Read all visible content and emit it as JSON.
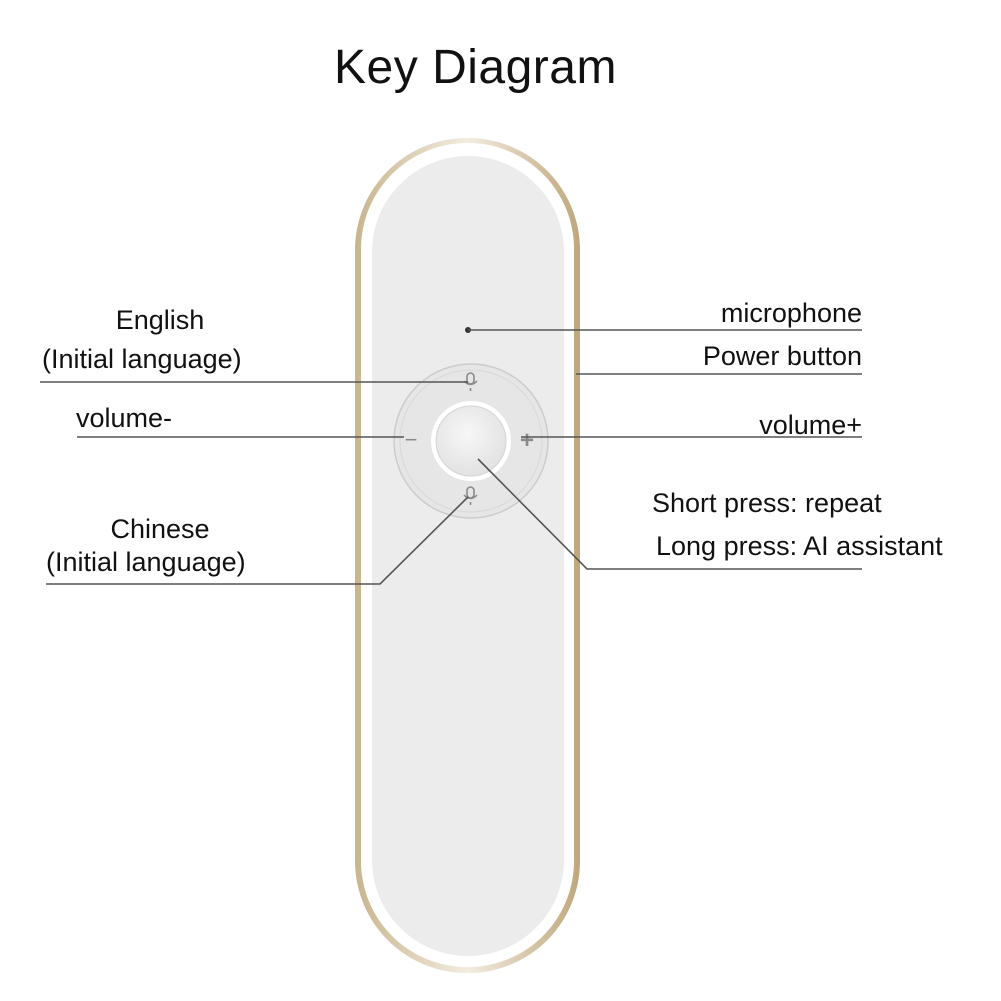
{
  "title": "Key Diagram",
  "labels": {
    "english_line1": "English",
    "english_line2": "(Initial language)",
    "volume_minus": "volume-",
    "chinese_line1": "Chinese",
    "chinese_line2": "(Initial language)",
    "microphone": "microphone",
    "power_button": "Power button",
    "volume_plus": "volume+",
    "short_press": "Short press: repeat",
    "long_press": "Long press: AI assistant"
  },
  "buttons": {
    "minus_symbol": "−",
    "plus_symbol": "+"
  },
  "colors": {
    "device_body": "#eeeeee",
    "device_rim": "#d9c7a8",
    "leader_line": "#555555"
  }
}
